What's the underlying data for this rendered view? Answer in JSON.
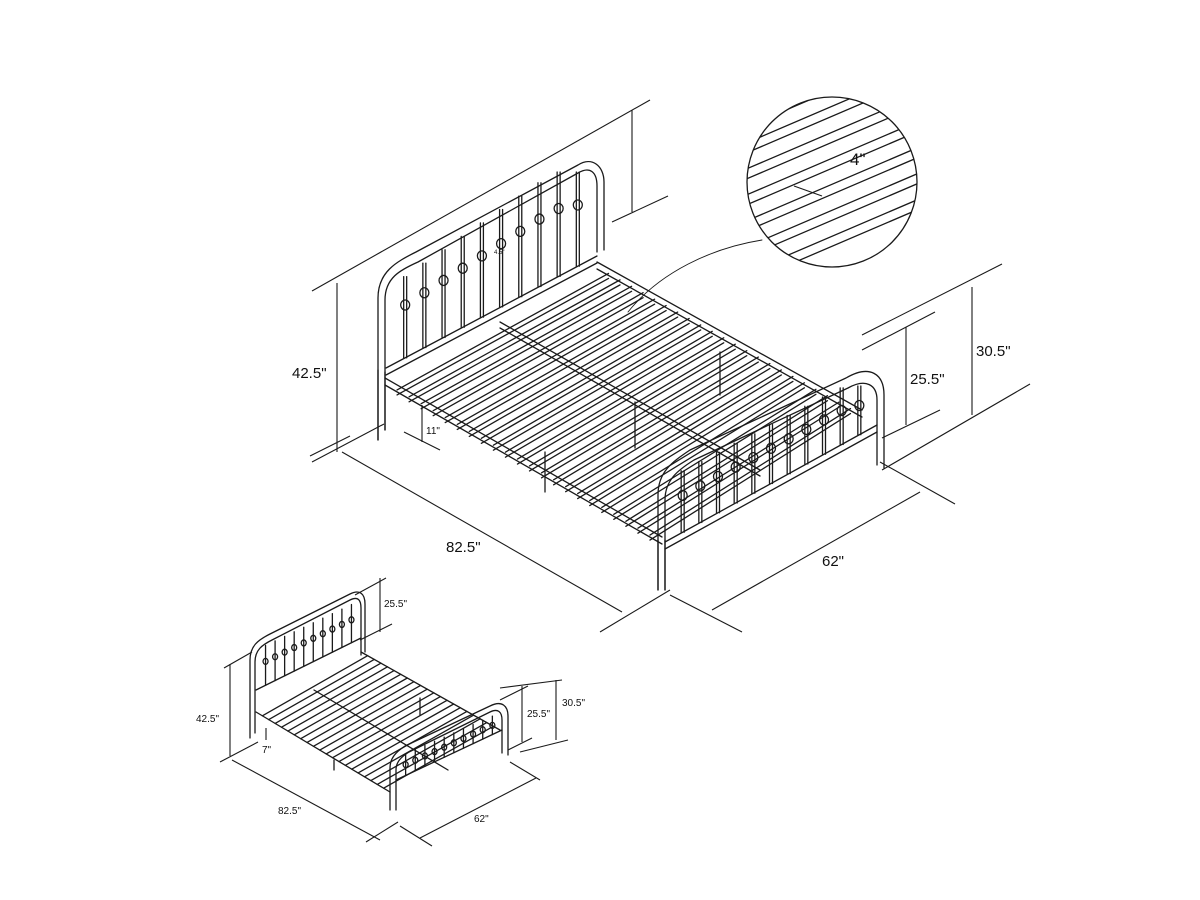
{
  "main_view": {
    "height_headboard": "42.5\"",
    "clearance": "11\"",
    "slat_gap": "4.5\"",
    "length": "82.5\"",
    "width": "62\"",
    "height_footboard": "25.5\"",
    "height_footboard_total": "30.5\""
  },
  "detail_view": {
    "slat_spacing": "4\""
  },
  "small_view": {
    "height_headboard_top": "25.5\"",
    "height_headboard": "42.5\"",
    "clearance": "7\"",
    "length": "82.5\"",
    "width": "62\"",
    "height_footboard": "25.5\"",
    "height_footboard_total": "30.5\""
  },
  "colors": {
    "line": "#1a1a1a",
    "background": "#ffffff"
  }
}
